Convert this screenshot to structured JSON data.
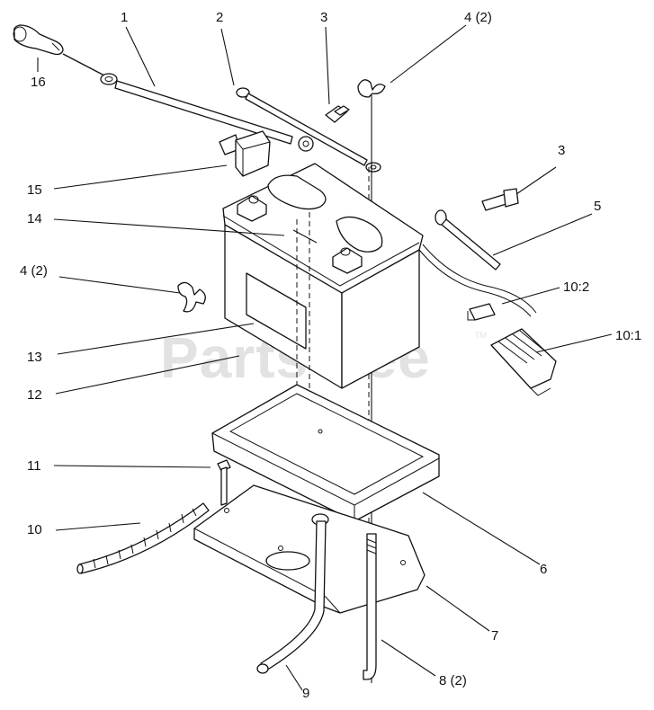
{
  "watermark": {
    "text": "PartsTree",
    "trademark": "TM"
  },
  "callouts": {
    "c1": "1",
    "c2": "2",
    "c3a": "3",
    "c4a": "4 (2)",
    "c3b": "3",
    "c5": "5",
    "c16": "16",
    "c15": "15",
    "c14": "14",
    "c4b": "4 (2)",
    "c10_2": "10:2",
    "c10_1": "10:1",
    "c13": "13",
    "c12": "12",
    "c11": "11",
    "c10": "10",
    "c6": "6",
    "c7": "7",
    "c9": "9",
    "c8": "8 (2)"
  }
}
